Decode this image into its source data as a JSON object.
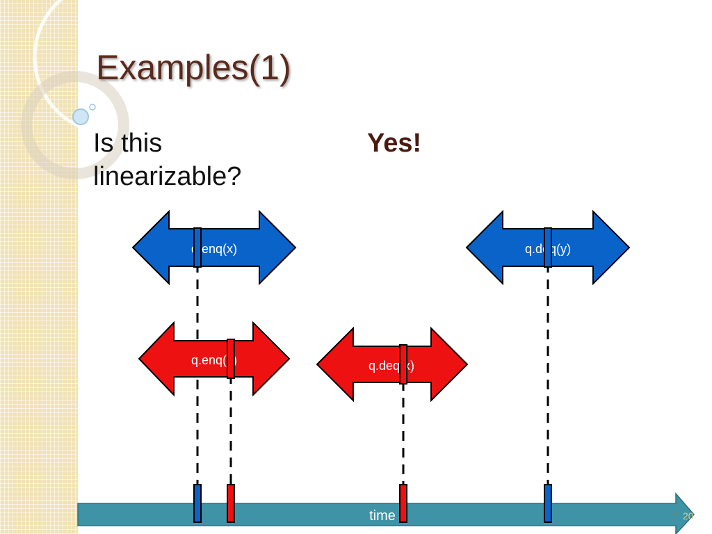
{
  "slide": {
    "title": "Examples(1)",
    "question": "Is this linearizable?",
    "answer": "Yes!",
    "page_number": "20"
  },
  "diagram": {
    "timeline_label": "time",
    "colors": {
      "thread_a": "#0a63c9",
      "thread_b": "#ee1111",
      "timeline": "#3f93a6",
      "outline": "#000000"
    },
    "operations": [
      {
        "label": "q.enq(x)",
        "thread": "A"
      },
      {
        "label": "q.deq(y)",
        "thread": "A"
      },
      {
        "label": "q.enq(y)",
        "thread": "B"
      },
      {
        "label": "q.deq(x)",
        "thread": "B"
      }
    ]
  }
}
